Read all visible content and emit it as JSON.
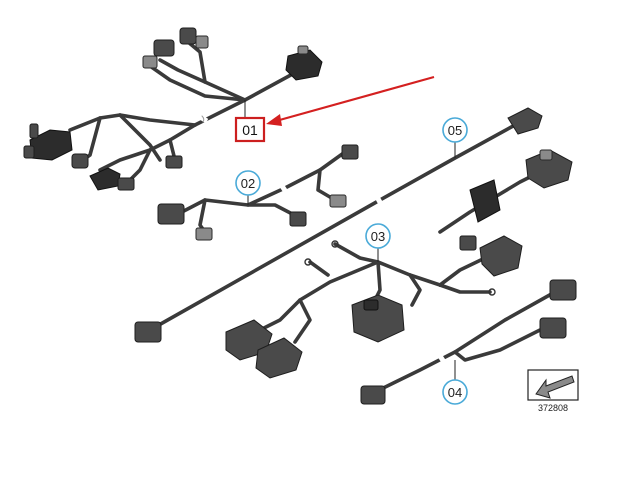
{
  "diagram": {
    "callouts": {
      "c01": "01",
      "c02": "02",
      "c03": "03",
      "c04": "04",
      "c05": "05"
    },
    "selected_callout": "01",
    "reference_number": "372808",
    "colors": {
      "callout_ring": "#4aaad8",
      "highlight_box": "#cc1f1f",
      "pointer_arrow": "#d42020"
    },
    "icons": {
      "view_direction": "arrow-down-left-icon"
    }
  }
}
